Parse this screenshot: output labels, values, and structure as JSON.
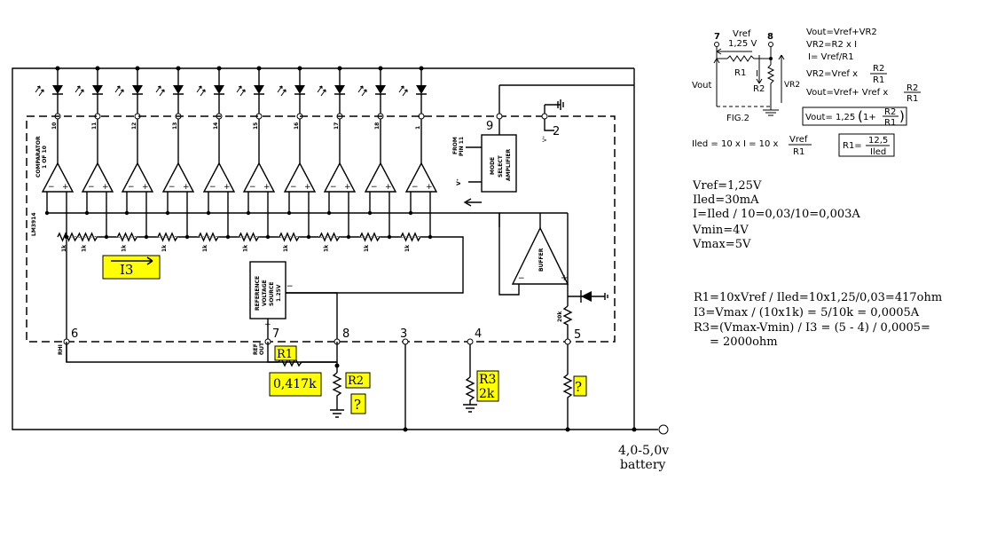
{
  "circuit": {
    "chip": "LM3914",
    "comparator_label": "COMPARATOR",
    "comparator_sub": "1 OF 10",
    "led_pins": [
      "10",
      "11",
      "12",
      "13",
      "14",
      "15",
      "16",
      "17",
      "18",
      "1"
    ],
    "resistor_labels": [
      "1k",
      "1k",
      "1k",
      "1k",
      "1k",
      "1k",
      "1k",
      "1k",
      "1k",
      "1k"
    ],
    "pins": {
      "p9": "9",
      "p2": "2",
      "p6": "6",
      "p7": "7",
      "p8": "8",
      "p3": "3",
      "p4": "4",
      "p5": "5"
    },
    "v_plus": "V⁺",
    "v_plus_inner": "V⁺",
    "mode_from": "FROM",
    "mode_pin": "PIN 11",
    "mode_text_1": "MODE",
    "mode_text_2": "SELECT",
    "mode_text_3": "AMPLIFIER",
    "buffer": "BUFFER",
    "ref_text_1": "REFERENCE",
    "ref_text_2": "VOLTAGE",
    "ref_text_3": "SOURCE",
    "ref_text_4": "1.25V",
    "ref_out_1": "REF",
    "ref_out_2": "OUT",
    "rhi": "RHI",
    "r20k": "20k",
    "minus": "−",
    "plus": "+"
  },
  "tags": {
    "i3": "I3",
    "r1": "R1",
    "r1_val": "0,417k",
    "r2": "R2",
    "r2_q": "?",
    "r3": "R3",
    "r3_val": "2k",
    "r5_q": "?"
  },
  "battery": {
    "line1": "4,0-5,0v",
    "line2": "battery"
  },
  "fig2": {
    "n7": "7",
    "n8": "8",
    "vref": "Vref",
    "vref_val": "1,25 V",
    "r1": "R1",
    "i": "I",
    "r2": "R2",
    "vout": "Vout",
    "vr2": "VR2",
    "caption": "FIG.2"
  },
  "formulas": {
    "f1": "Vout=Vref+VR2",
    "f2": "VR2=R2 x I",
    "f3": "I= Vref/R1",
    "f4_pre": "VR2=Vref x",
    "f4_num": "R2",
    "f4_den": "R1",
    "f5_pre": "Vout=Vref+ Vref x",
    "f5_num": "R2",
    "f5_den": "R1",
    "f6_pre": "Vout= 1,25",
    "f6_in": "1+",
    "f6_num": "R2",
    "f6_den": "R1",
    "iled_pre": "Iled = 10 x I = 10 x",
    "iled_num": "Vref",
    "iled_den": "R1",
    "r1box_pre": "R1=",
    "r1box_num": "12,5",
    "r1box_den": "Iled"
  },
  "params": [
    "Vref=1,25V",
    "Iled=30mA",
    "I=Iled / 10=0,03/10=0,003A",
    "Vmin=4V",
    "Vmax=5V"
  ],
  "calcs": [
    "R1=10xVref / Iled=10x1,25/0,03=417ohm",
    "I3=Vmax / (10x1k) = 5/10k = 0,0005A",
    "R3=(Vmax-Vmin) / I3 = (5 - 4) / 0,0005=",
    "= 2000ohm"
  ]
}
